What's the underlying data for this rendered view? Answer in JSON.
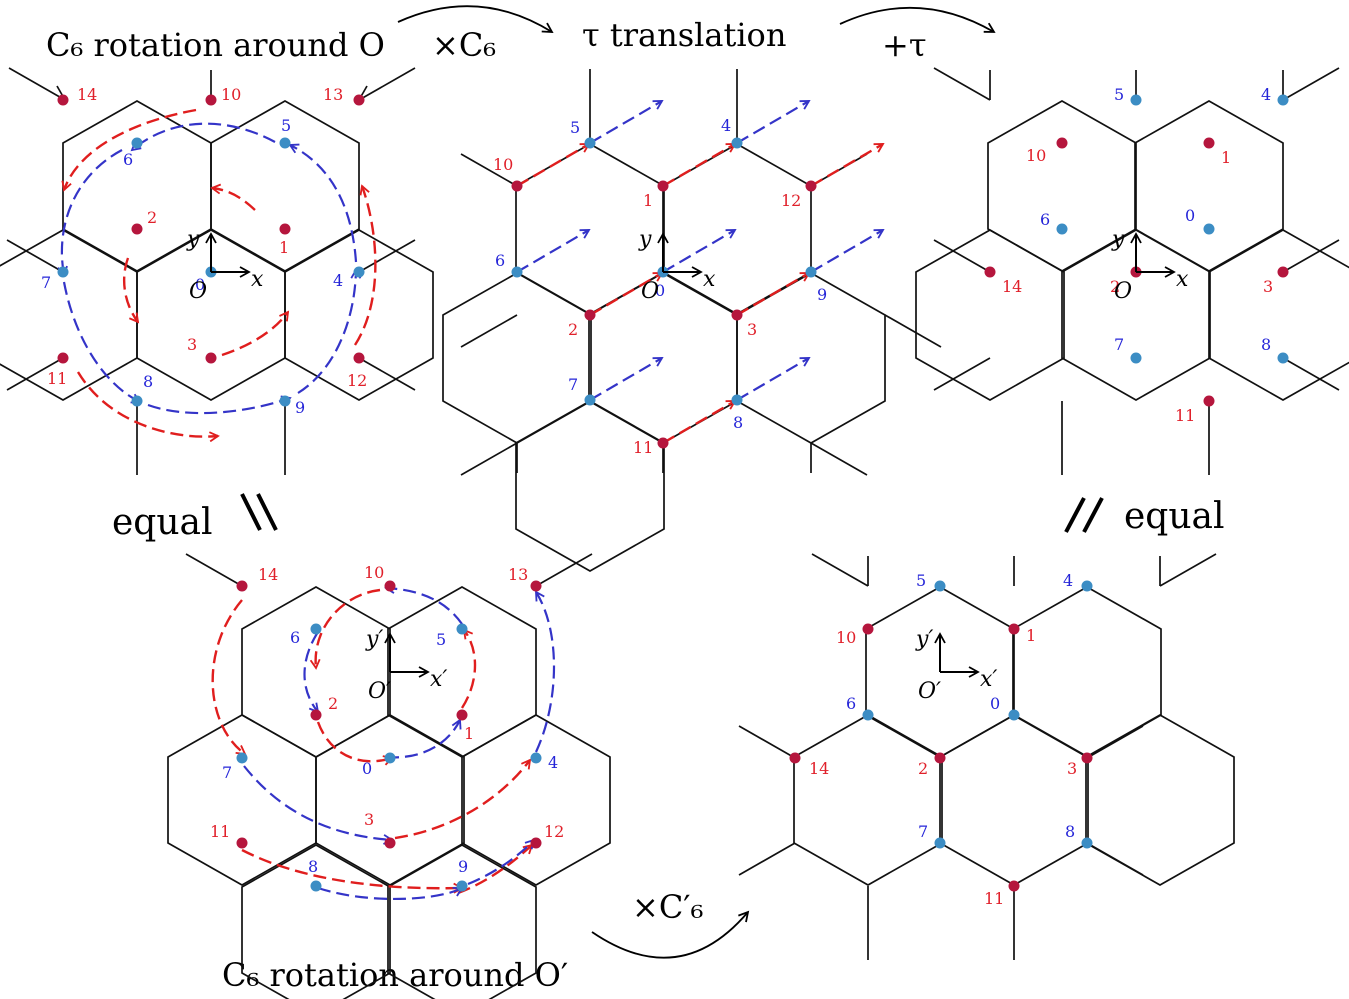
{
  "titles": {
    "top_left": "C₆ rotation around O",
    "top_middle": "τ translation",
    "bottom": "C₆ rotation around O′",
    "op_c6": "×C₆",
    "op_tau": "+τ",
    "op_c6_prime": "×C′₆",
    "equal_left": "equal",
    "equal_right": "equal"
  },
  "axes": {
    "x": "x",
    "y": "y",
    "origin": "O",
    "x_prime": "x′",
    "y_prime": "y′",
    "origin_prime": "O′"
  },
  "colors": {
    "sublattice_a": "#b5163d",
    "sublattice_b": "#3c8dc4",
    "label_a": "#e0202a",
    "label_b": "#2525d8",
    "arrow_red": "#e01e1e",
    "arrow_blue": "#3434c8",
    "edge": "#111111"
  },
  "panels": [
    {
      "id": "panel-c6-rotation-o",
      "sites": [
        {
          "label": "0",
          "sub": "b"
        },
        {
          "label": "1",
          "sub": "a"
        },
        {
          "label": "2",
          "sub": "a"
        },
        {
          "label": "3",
          "sub": "a"
        },
        {
          "label": "4",
          "sub": "b"
        },
        {
          "label": "5",
          "sub": "b"
        },
        {
          "label": "6",
          "sub": "b"
        },
        {
          "label": "7",
          "sub": "b"
        },
        {
          "label": "8",
          "sub": "b"
        },
        {
          "label": "9",
          "sub": "b"
        },
        {
          "label": "10",
          "sub": "a"
        },
        {
          "label": "11",
          "sub": "a"
        },
        {
          "label": "12",
          "sub": "a"
        },
        {
          "label": "13",
          "sub": "a"
        },
        {
          "label": "14",
          "sub": "a"
        }
      ]
    },
    {
      "id": "panel-tau-translation",
      "sites": [
        {
          "label": "0",
          "sub": "b"
        },
        {
          "label": "1",
          "sub": "a"
        },
        {
          "label": "2",
          "sub": "a"
        },
        {
          "label": "3",
          "sub": "a"
        },
        {
          "label": "4",
          "sub": "b"
        },
        {
          "label": "5",
          "sub": "b"
        },
        {
          "label": "6",
          "sub": "b"
        },
        {
          "label": "7",
          "sub": "b"
        },
        {
          "label": "8",
          "sub": "b"
        },
        {
          "label": "9",
          "sub": "b"
        },
        {
          "label": "10",
          "sub": "a"
        },
        {
          "label": "11",
          "sub": "a"
        },
        {
          "label": "12",
          "sub": "a"
        }
      ]
    },
    {
      "id": "panel-result-top",
      "sites": [
        {
          "label": "0",
          "sub": "b"
        },
        {
          "label": "1",
          "sub": "a"
        },
        {
          "label": "2",
          "sub": "a"
        },
        {
          "label": "3",
          "sub": "a"
        },
        {
          "label": "4",
          "sub": "b"
        },
        {
          "label": "5",
          "sub": "b"
        },
        {
          "label": "6",
          "sub": "b"
        },
        {
          "label": "7",
          "sub": "b"
        },
        {
          "label": "8",
          "sub": "b"
        },
        {
          "label": "10",
          "sub": "a"
        },
        {
          "label": "11",
          "sub": "a"
        },
        {
          "label": "14",
          "sub": "a"
        }
      ]
    },
    {
      "id": "panel-c6-rotation-o-prime",
      "sites": [
        {
          "label": "0",
          "sub": "b"
        },
        {
          "label": "1",
          "sub": "a"
        },
        {
          "label": "2",
          "sub": "a"
        },
        {
          "label": "3",
          "sub": "a"
        },
        {
          "label": "4",
          "sub": "b"
        },
        {
          "label": "5",
          "sub": "b"
        },
        {
          "label": "6",
          "sub": "b"
        },
        {
          "label": "7",
          "sub": "b"
        },
        {
          "label": "8",
          "sub": "b"
        },
        {
          "label": "9",
          "sub": "b"
        },
        {
          "label": "10",
          "sub": "a"
        },
        {
          "label": "11",
          "sub": "a"
        },
        {
          "label": "12",
          "sub": "a"
        },
        {
          "label": "13",
          "sub": "a"
        },
        {
          "label": "14",
          "sub": "a"
        }
      ]
    },
    {
      "id": "panel-result-bottom",
      "sites": [
        {
          "label": "0",
          "sub": "b"
        },
        {
          "label": "1",
          "sub": "a"
        },
        {
          "label": "2",
          "sub": "a"
        },
        {
          "label": "3",
          "sub": "a"
        },
        {
          "label": "4",
          "sub": "b"
        },
        {
          "label": "5",
          "sub": "b"
        },
        {
          "label": "6",
          "sub": "b"
        },
        {
          "label": "7",
          "sub": "b"
        },
        {
          "label": "8",
          "sub": "b"
        },
        {
          "label": "10",
          "sub": "a"
        },
        {
          "label": "11",
          "sub": "a"
        },
        {
          "label": "14",
          "sub": "a"
        }
      ]
    }
  ]
}
